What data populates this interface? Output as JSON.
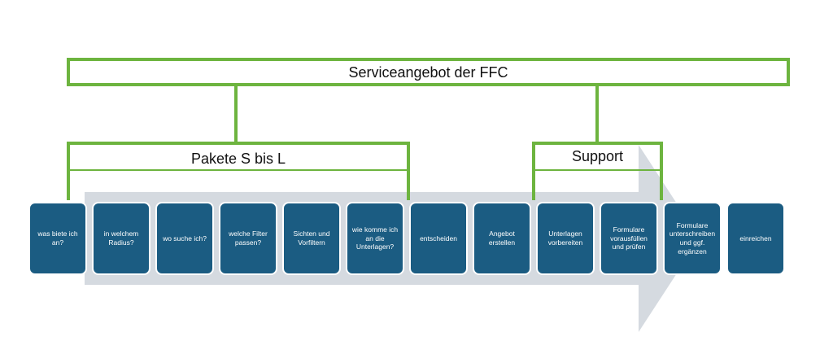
{
  "title": "Serviceangebot der FFC",
  "groups": {
    "pakete": "Pakete S bis L",
    "support": "Support"
  },
  "steps": [
    "was biete ich\nan?",
    "in welchem\nRadius?",
    "wo suche ich?",
    "welche Filter\npassen?",
    "Sichten und\nVorfiltern",
    "wie komme ich\nan die\nUnterlagen?",
    "entscheiden",
    "Angebot\nerstellen",
    "Unterlagen\nvorbereiten",
    "Formulare\nvorausfüllen\nund prüfen",
    "Formulare\nunterschreiben\nund ggf.\nergänzen",
    "einreichen"
  ],
  "colors": {
    "bracket_green": "#6db43f",
    "step_blue": "#1b5c82",
    "arrow_gray": "#d5dae0"
  }
}
